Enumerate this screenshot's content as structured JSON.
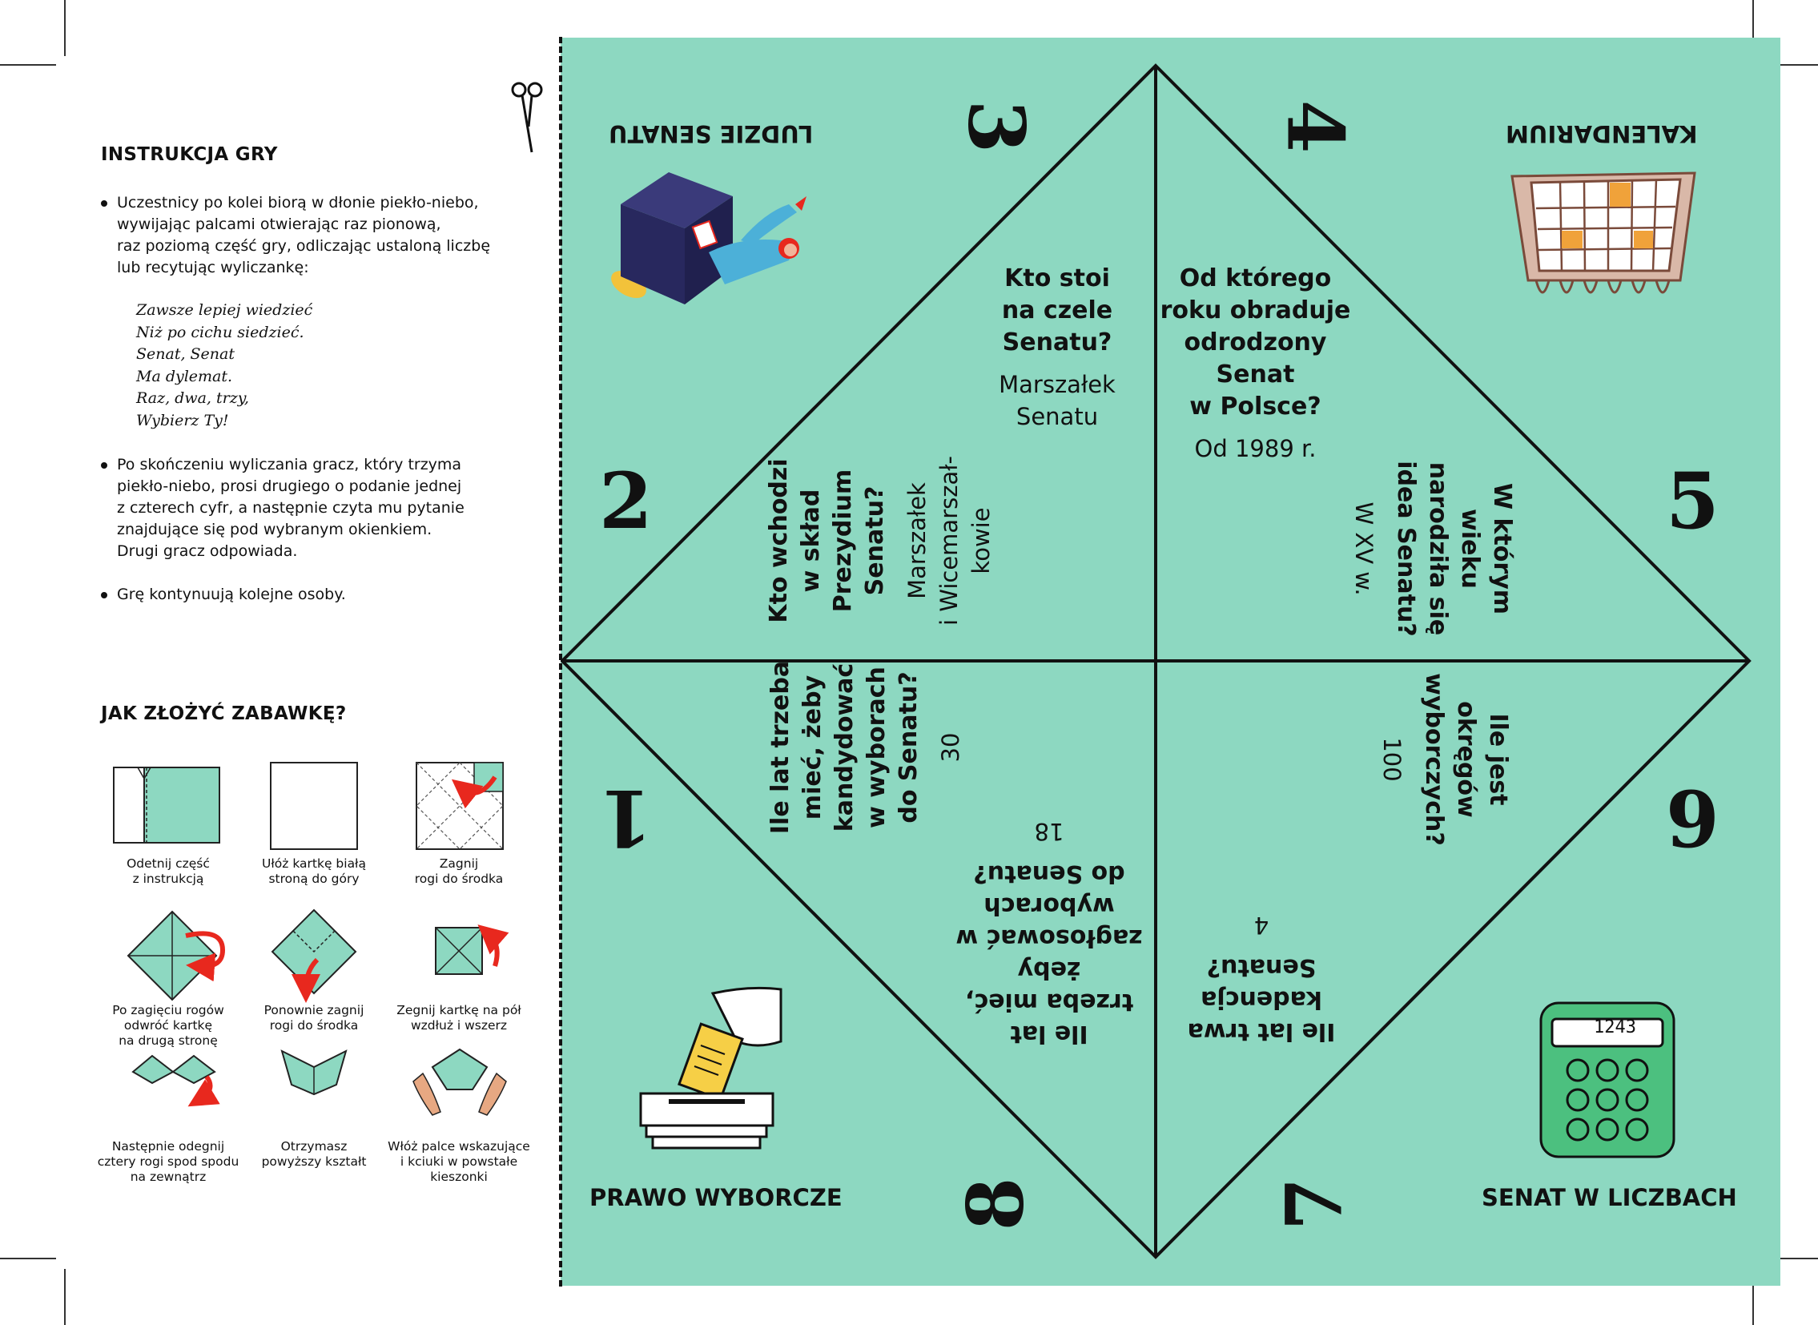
{
  "instructions": {
    "title": "INSTRUKCJA GRY",
    "bullet1": [
      "Uczestnicy po kolei biorą w dłonie piekło-niebo,",
      "wywijając palcami otwierając raz pionową,",
      "raz poziomą część gry, odliczając ustaloną liczbę",
      "lub recytując wyliczankę:"
    ],
    "poem": [
      "Zawsze lepiej wiedzieć",
      "Niż po cichu siedzieć.",
      "Senat, Senat",
      "Ma dylemat.",
      "Raz, dwa, trzy,",
      "Wybierz Ty!"
    ],
    "bullet2": [
      "Po skończeniu wyliczania gracz, który trzyma",
      "piekło-niebo, prosi drugiego o podanie jednej",
      "z czterech cyfr, a następnie czyta mu pytanie",
      "znajdujące się pod wybranym okienkiem.",
      "Drugi gracz odpowiada."
    ],
    "bullet3": [
      "Grę kontynuują kolejne osoby."
    ]
  },
  "folding": {
    "title": "JAK ZŁOŻYĆ ZABAWKĘ?",
    "steps": [
      [
        "Odetnij część",
        "z instrukcją"
      ],
      [
        "Ułóż kartkę białą",
        "stroną do góry"
      ],
      [
        "Zagnij",
        "rogi do środka"
      ],
      [
        "Po zagięciu rogów",
        "odwróć kartkę",
        "na drugą stronę"
      ],
      [
        "Ponownie zagnij",
        "rogi do środka"
      ],
      [
        "Zegnij kartkę na pół",
        "wzdłuż i wszerz"
      ],
      [
        "Następnie odegnij",
        "cztery rogi spod spodu",
        "na zewnątrz"
      ],
      [
        "Otrzymasz",
        "powyższy kształt"
      ],
      [
        "Włóż palce wskazujące",
        "i kciuki w powstałe",
        "kieszonki"
      ]
    ]
  },
  "board": {
    "corners": {
      "top_left": "LUDZIE SENATU",
      "top_right": "KALENDARIUM",
      "bottom_left": "PRAWO WYBORCZE",
      "bottom_right": "SENAT W LICZBACH"
    },
    "numbers": [
      "1",
      "2",
      "3",
      "4",
      "5",
      "6",
      "7",
      "8"
    ],
    "calculator_display": "1243",
    "questions": {
      "q3": {
        "q": [
          "Kto stoi",
          "na czele",
          "Senatu?"
        ],
        "a": [
          "Marszałek",
          "Senatu"
        ]
      },
      "q4": {
        "q": [
          "Od którego",
          "roku obraduje",
          "odrodzony",
          "Senat",
          "w Polsce?"
        ],
        "a": [
          "Od 1989 r."
        ]
      },
      "q2": {
        "q": [
          "Kto wchodzi",
          "w skład",
          "Prezydium",
          "Senatu?"
        ],
        "a": [
          "Marszałek",
          "i Wicemarszał-",
          "kowie"
        ]
      },
      "q5": {
        "q": [
          "W którym",
          "wieku",
          "narodziła się",
          "idea Senatu?"
        ],
        "a": [
          "W XV w."
        ]
      },
      "q1": {
        "q": [
          "Ile lat trzeba",
          "mieć, żeby",
          "kandydować",
          "w wyborach",
          "do Senatu?"
        ],
        "a": [
          "30"
        ]
      },
      "q6": {
        "q": [
          "Ile jest",
          "okręgów",
          "wyborczych?"
        ],
        "a": [
          "100"
        ]
      },
      "q8": {
        "q": [
          "Ile lat",
          "trzeba mieć,",
          "żeby",
          "zagłosować w",
          "wyborach",
          "do Senatu?"
        ],
        "a": [
          "18"
        ]
      },
      "q7": {
        "q": [
          "Ile lat trwa",
          "kadencja",
          "Senatu?"
        ],
        "a": [
          "4"
        ]
      }
    }
  },
  "colors": {
    "board": "#8dd8c1",
    "navy": "#28285e",
    "accent_red": "#e8281e",
    "calc_green": "#4cc07f"
  }
}
